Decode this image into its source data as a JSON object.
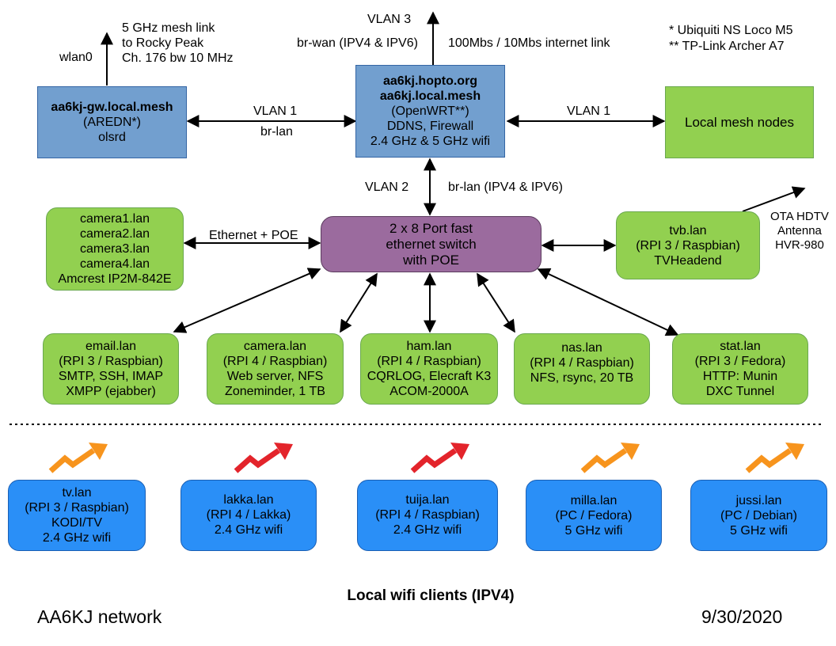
{
  "gateway": {
    "lines": [
      "aa6kj-gw.local.mesh",
      "(AREDN*)",
      "olsrd"
    ]
  },
  "router": {
    "lines": [
      "aa6kj.hopto.org",
      "aa6kj.local.mesh",
      "(OpenWRT**)",
      "DDNS, Firewall",
      "2.4 GHz & 5 GHz wifi"
    ]
  },
  "mesh_nodes": {
    "label": "Local mesh nodes"
  },
  "switch": {
    "lines": [
      "2 x 8 Port fast",
      "ethernet switch",
      "with POE"
    ]
  },
  "cameras": {
    "lines": [
      "camera1.lan",
      "camera2.lan",
      "camera3.lan",
      "camera4.lan",
      "Amcrest IP2M-842E"
    ]
  },
  "tvb": {
    "lines": [
      "tvb.lan",
      "(RPI 3 / Raspbian)",
      "TVHeadend"
    ]
  },
  "servers": [
    {
      "lines": [
        "email.lan",
        "(RPI 3 / Raspbian)",
        "SMTP, SSH, IMAP",
        "XMPP (ejabber)"
      ]
    },
    {
      "lines": [
        "camera.lan",
        "(RPI 4 / Raspbian)",
        "Web server, NFS",
        "Zoneminder, 1 TB"
      ]
    },
    {
      "lines": [
        "ham.lan",
        "(RPI 4 / Raspbian)",
        "CQRLOG, Elecraft K3",
        "ACOM-2000A"
      ]
    },
    {
      "lines": [
        "nas.lan",
        "(RPI 4 / Raspbian)",
        "NFS, rsync, 20 TB"
      ]
    },
    {
      "lines": [
        "stat.lan",
        "(RPI 3 / Fedora)",
        "HTTP: Munin",
        "DXC Tunnel"
      ]
    }
  ],
  "wifi_clients": [
    {
      "lines": [
        "tv.lan",
        "(RPI 3 / Raspbian)",
        "KODI/TV",
        "2.4 GHz wifi"
      ]
    },
    {
      "lines": [
        "lakka.lan",
        "(RPI 4 / Lakka)",
        "2.4 GHz wifi"
      ]
    },
    {
      "lines": [
        "tuija.lan",
        "(RPI 4 / Raspbian)",
        "2.4 GHz wifi"
      ]
    },
    {
      "lines": [
        "milla.lan",
        "(PC / Fedora)",
        "5 GHz wifi"
      ]
    },
    {
      "lines": [
        "jussi.lan",
        "(PC / Debian)",
        "5 GHz wifi"
      ]
    }
  ],
  "labels": {
    "wlan0": "wlan0",
    "mesh_link": [
      "5 GHz mesh link",
      "to Rocky Peak",
      "Ch. 176 bw 10 MHz"
    ],
    "vlan3": "VLAN 3",
    "br_wan": "br-wan (IPV4 & IPV6)",
    "internet": "100Mbs / 10Mbs internet link",
    "footnote1": "*  Ubiquiti NS Loco M5",
    "footnote2": "** TP-Link Archer A7",
    "vlan1_left": "VLAN 1",
    "br_lan_left": "br-lan",
    "vlan1_right": "VLAN 1",
    "vlan2": "VLAN 2",
    "br_lan_ipv": "br-lan (IPV4 & IPV6)",
    "eth_poe": "Ethernet + POE",
    "ota": [
      "OTA HDTV",
      "Antenna",
      "HVR-980"
    ],
    "wifi_title": "Local wifi clients (IPV4)",
    "network_name": "AA6KJ network",
    "date": "9/30/2020"
  },
  "colors": {
    "router": "#729fcf",
    "mesh": "#92d050",
    "switch": "#9b6b9e",
    "client": "#2a8ff7",
    "signal_orange": "#f7941d",
    "signal_red": "#e3242b"
  },
  "icons": {
    "wifi_signal": "zigzag-arrow-icon"
  }
}
